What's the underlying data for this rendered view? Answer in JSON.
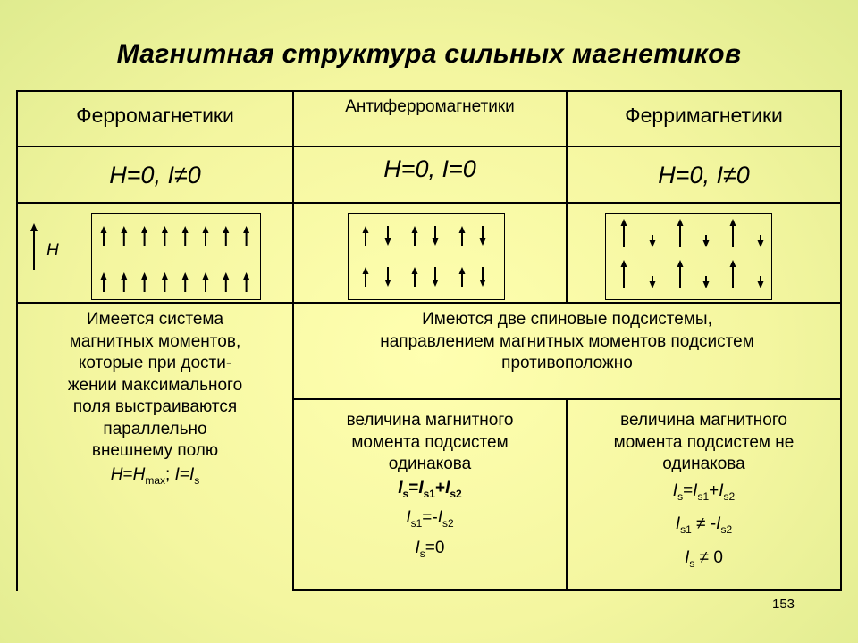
{
  "title": "Магнитная структура сильных магнетиков",
  "columns": [
    {
      "name": "Ферромагнетики",
      "condition": "H=0, I≠0"
    },
    {
      "name": "Антиферромагнетики",
      "condition": "H=0, I=0"
    },
    {
      "name": "Ферримагнетики",
      "condition": "H=0, I≠0"
    }
  ],
  "field_label": "H",
  "ferro": {
    "text": [
      "Имеется система",
      "магнитных моментов,",
      "которые при дости-",
      "жении максимального",
      "поля выстраиваются",
      "параллельно",
      "внешнему полю"
    ],
    "formula": {
      "h": "H",
      "eq1": "=",
      "hmax": "H",
      "max_sub": "max",
      "sep": "; ",
      "i": "I",
      "eq2": "=",
      "is": "I",
      "s_sub": "s"
    }
  },
  "shared": {
    "text": [
      "Имеются две спиновые подсистемы,",
      "направлением магнитных моментов подсистем",
      "противоположно"
    ]
  },
  "antiferro": {
    "text": [
      "величина магнитного",
      "момента подсистем",
      "одинакова"
    ],
    "f1": {
      "a": "I",
      "a_sub": "s",
      "op1": "=",
      "b": "I",
      "b_sub": "s1",
      "op2": "+",
      "c": "I",
      "c_sub": "s2"
    },
    "f2": {
      "a": "I",
      "a_sub": "s1",
      "op": "=-",
      "b": "I",
      "b_sub": "s2"
    },
    "f3": {
      "a": "I",
      "a_sub": "s",
      "op": "=0"
    }
  },
  "ferri": {
    "text": [
      "величина магнитного",
      "момента подсистем не",
      "одинакова"
    ],
    "f1": {
      "a": "I",
      "a_sub": "s",
      "op1": "=",
      "b": "I",
      "b_sub": "s1",
      "op2": "+",
      "c": "I",
      "c_sub": "s2"
    },
    "f2": {
      "a": "I",
      "a_sub": "s1",
      "op": " ≠ -",
      "b": "I",
      "b_sub": "s2"
    },
    "f3": {
      "a": "I",
      "a_sub": "s",
      "op": " ≠ 0"
    }
  },
  "spin_rows": {
    "ferro": [
      "up",
      "up",
      "up",
      "up",
      "up",
      "up",
      "up",
      "up"
    ],
    "antiferro": [
      "up",
      "down",
      "up",
      "down",
      "up",
      "down"
    ],
    "ferri": [
      "up",
      "down",
      "up",
      "down",
      "up",
      "down"
    ]
  },
  "page_number": "153"
}
